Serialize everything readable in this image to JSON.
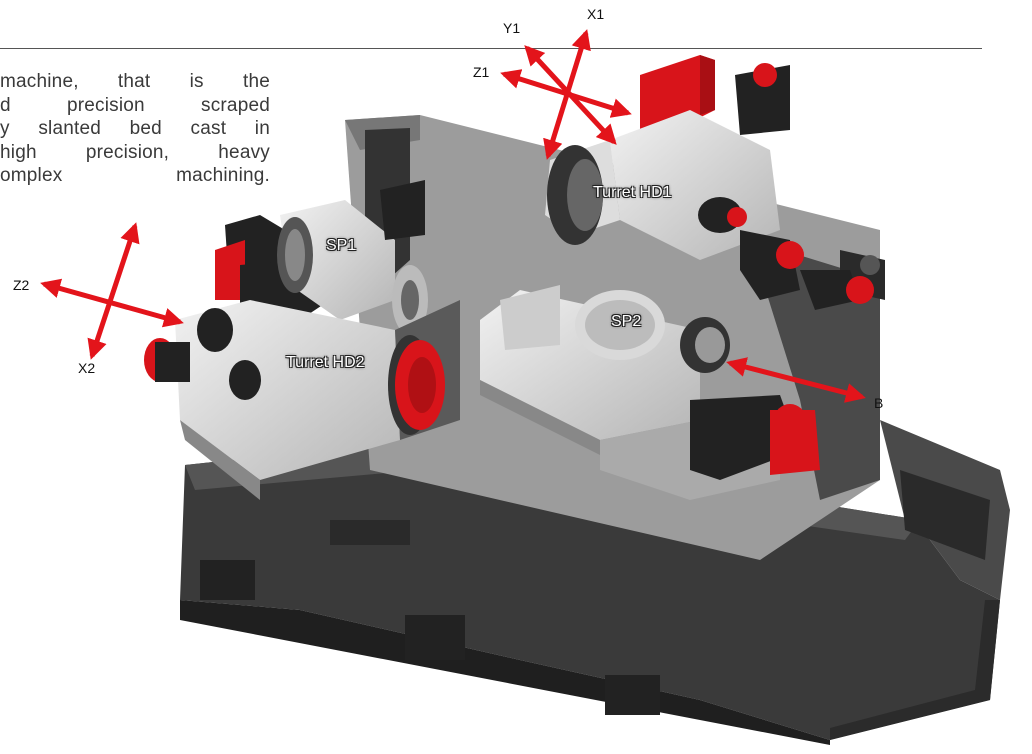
{
  "intro_lines": [
    "machine, that is the",
    "d precision scraped",
    "y slanted bed cast in",
    "high precision, heavy",
    "omplex machining."
  ],
  "axes": {
    "x1": "X1",
    "y1": "Y1",
    "z1": "Z1",
    "z2": "Z2",
    "x2": "X2",
    "b": "B"
  },
  "components": {
    "turret_hd1": "Turret HD1",
    "turret_hd2": "Turret HD2",
    "sp1": "SP1",
    "sp2": "SP2"
  },
  "colors": {
    "axis_arrow": "#e3141b",
    "machine_red": "#d8141a",
    "bed_dark": "#3b3b3b",
    "panel_gray": "#9a9a9a",
    "metal_light": "#dcdcdc"
  }
}
